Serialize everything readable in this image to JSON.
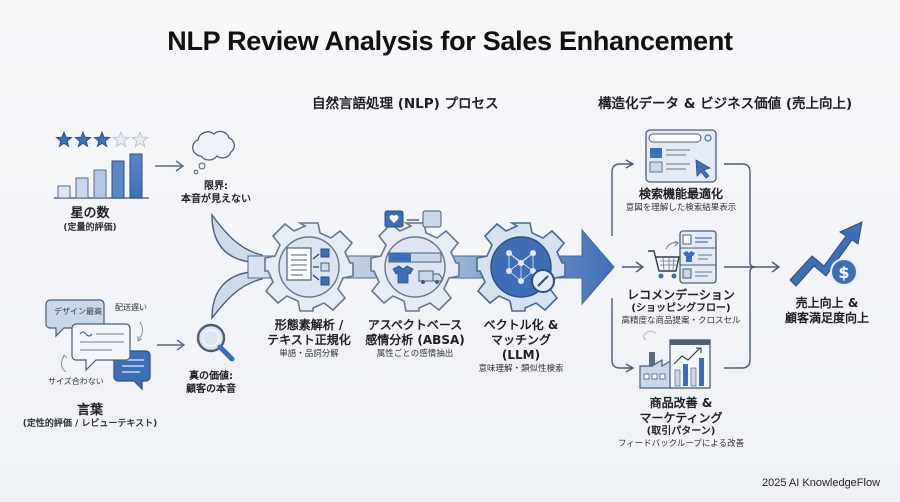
{
  "title": "NLP Review Analysis for Sales Enhancement",
  "sections": {
    "nlp_process": "自然言語処理 (NLP) プロセス",
    "business_value": "構造化データ & ビジネス価値 (売上向上)"
  },
  "inputs": {
    "stars": {
      "label": "星の数",
      "sublabel": "(定量的評価)",
      "rating": 3,
      "max_rating": 5,
      "limitation_label": "限界:",
      "limitation_text": "本音が見えない"
    },
    "words": {
      "label": "言葉",
      "sublabel": "(定性的評価 / レビューテキスト)",
      "bubbles": [
        "デザイン最高",
        "配送遅い",
        "サイズ合わない"
      ],
      "value_label": "真の価値:",
      "value_text": "顧客の本音"
    }
  },
  "process_steps": [
    {
      "label_line1": "形態素解析 /",
      "label_line2": "テキスト正規化",
      "desc": "単語・品詞分解",
      "icon": "document-split-icon"
    },
    {
      "label_line1": "アスペクトベース",
      "label_line2": "感情分析 (ABSA)",
      "desc": "属性ごとの感情抽出",
      "icon": "sentiment-icon"
    },
    {
      "label_line1": "ベクトル化 &",
      "label_line2": "マッチング",
      "label_line3": "(LLM)",
      "desc": "意味理解・類似性検索",
      "icon": "neural-network-icon"
    }
  ],
  "outputs": [
    {
      "label_line1": "検索機能最適化",
      "desc": "意図を理解した検索結果表示",
      "icon": "search-browser-icon"
    },
    {
      "label_line1": "レコメンデーション",
      "label_line2": "(ショッピングフロー)",
      "desc": "高精度な商品提案・クロスセル",
      "icon": "cart-icon"
    },
    {
      "label_line1": "商品改善 &",
      "label_line2": "マーケティング",
      "label_line3": "(取引パターン)",
      "desc": "フィードバックループによる改善",
      "icon": "factory-chart-icon"
    }
  ],
  "result": {
    "label_line1": "売上向上 &",
    "label_line2": "顧客満足度向上",
    "icon": "growth-dollar-icon"
  },
  "footer": "2025 AI KnowledgeFlow",
  "colors": {
    "primary": "#3d6fb6",
    "light": "#c9d7ea",
    "pale": "#e4ebf4",
    "stroke": "#5b6b80"
  }
}
